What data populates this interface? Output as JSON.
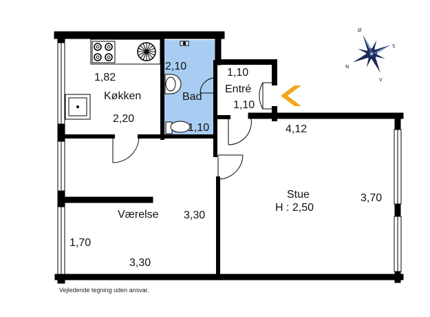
{
  "rooms": {
    "kitchen": {
      "name": "Køkken",
      "dim_a": "1,82",
      "dim_b": "2,20"
    },
    "bath": {
      "name": "Bad",
      "dim_a": "2,10",
      "dim_b": "1,10"
    },
    "entry": {
      "name": "Entré",
      "dim_a": "1,10",
      "dim_b": "1,10"
    },
    "living": {
      "name": "Stue",
      "height": "H : 2,50",
      "dim_a": "4,12",
      "dim_b": "3,70"
    },
    "bedroom": {
      "name": "Værelse",
      "dim_a": "3,30",
      "dim_b": "1,70",
      "dim_c": "3,30"
    }
  },
  "compass": {
    "north": "N",
    "south": "S",
    "east": "Ø",
    "west": "V"
  },
  "disclaimer": "Vejledende tegning uden ansvar.",
  "colors": {
    "bath_fill": "#a9cdf2",
    "wall": "#000000",
    "entry_arrow": "#f2a81d"
  }
}
